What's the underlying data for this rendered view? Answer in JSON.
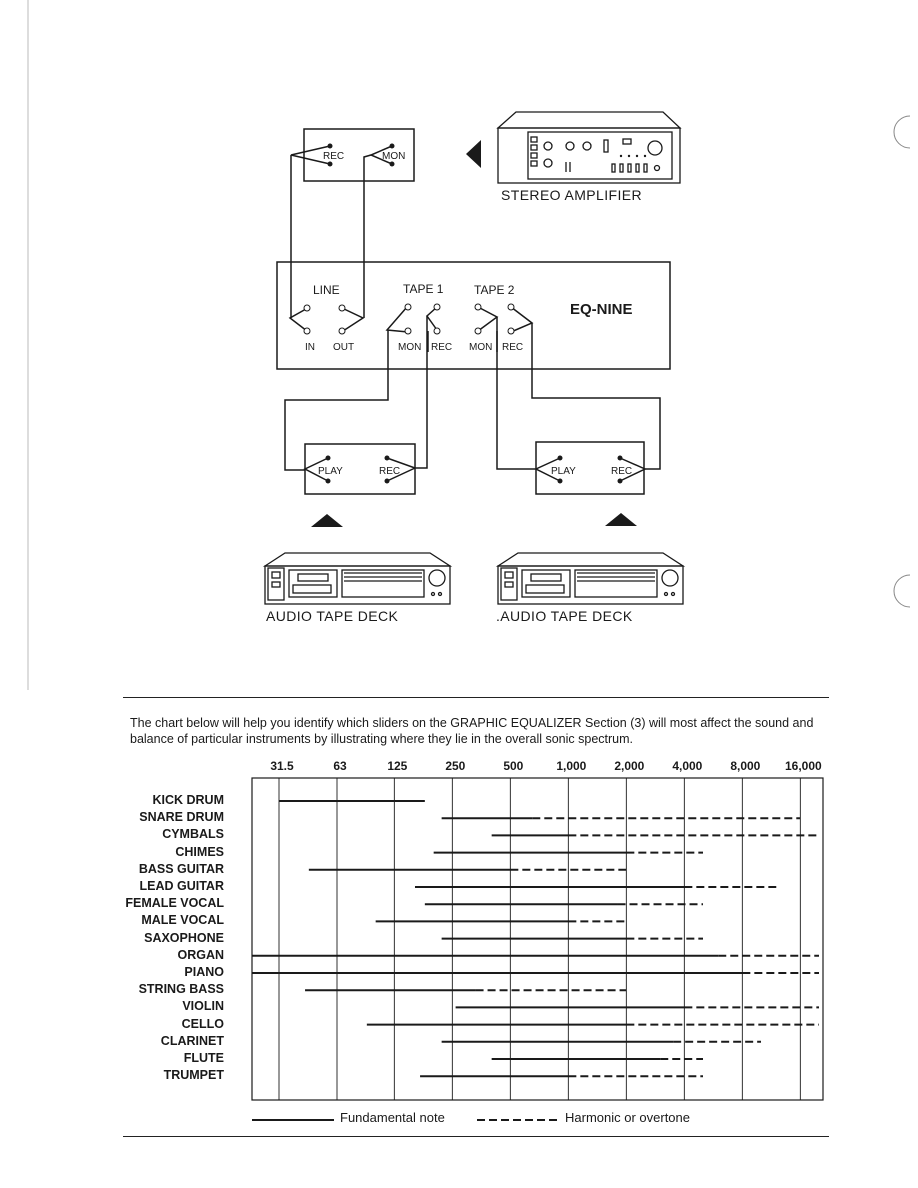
{
  "diagram": {
    "top_jack_panel": {
      "jacks": [
        "REC",
        "MON"
      ]
    },
    "amplifier": {
      "caption": "STEREO AMPLIFIER"
    },
    "eq_unit": {
      "brand": "EQ-NINE",
      "groups": [
        "LINE",
        "TAPE 1",
        "TAPE 2"
      ],
      "line_jacks": [
        "IN",
        "OUT"
      ],
      "tape1_jacks": [
        "MON",
        "REC"
      ],
      "tape2_jacks": [
        "MON",
        "REC"
      ]
    },
    "deck_panel_left": {
      "jacks": [
        "PLAY",
        "REC"
      ]
    },
    "deck_panel_right": {
      "jacks": [
        "PLAY",
        "REC"
      ]
    },
    "deck_left": {
      "caption": "AUDIO TAPE DECK"
    },
    "deck_right": {
      "caption": ".AUDIO TAPE DECK"
    }
  },
  "intro_text": "The chart below will help you identify which sliders on the GRAPHIC EQUALIZER Section (3) will most affect the sound and balance of particular instruments by illustrating where they lie in the overall sonic spectrum.",
  "chart_data": {
    "type": "range",
    "x_scale": "log2",
    "frequencies": [
      "31.5",
      "63",
      "125",
      "250",
      "500",
      "1,000",
      "2,000",
      "4,000",
      "8,000",
      "16,000"
    ],
    "legend": {
      "fundamental": "Fundamental note",
      "harmonic": "Harmonic or overtone"
    },
    "instruments": [
      {
        "name": "KICK DRUM",
        "fundamental": [
          31.5,
          180
        ],
        "harmonic": null
      },
      {
        "name": "SNARE DRUM",
        "fundamental": [
          220,
          650
        ],
        "harmonic": [
          650,
          16000
        ]
      },
      {
        "name": "CYMBALS",
        "fundamental": [
          400,
          1000
        ],
        "harmonic": [
          1000,
          20000
        ]
      },
      {
        "name": "CHIMES",
        "fundamental": [
          200,
          2000
        ],
        "harmonic": [
          2000,
          5000
        ]
      },
      {
        "name": "BASS GUITAR",
        "fundamental": [
          45,
          500
        ],
        "harmonic": [
          500,
          2000
        ]
      },
      {
        "name": "LEAD GUITAR",
        "fundamental": [
          160,
          4000
        ],
        "harmonic": [
          4000,
          12000
        ]
      },
      {
        "name": "FEMALE VOCAL",
        "fundamental": [
          180,
          1800
        ],
        "harmonic": [
          1800,
          5000
        ]
      },
      {
        "name": "MALE VOCAL",
        "fundamental": [
          100,
          1000
        ],
        "harmonic": [
          1000,
          2000
        ]
      },
      {
        "name": "SAXOPHONE",
        "fundamental": [
          220,
          2000
        ],
        "harmonic": [
          2000,
          5000
        ]
      },
      {
        "name": "ORGAN",
        "fundamental": [
          20,
          6000
        ],
        "harmonic": [
          6000,
          20000
        ]
      },
      {
        "name": "PIANO",
        "fundamental": [
          20,
          8000
        ],
        "harmonic": [
          8000,
          20000
        ]
      },
      {
        "name": "STRING BASS",
        "fundamental": [
          43,
          330
        ],
        "harmonic": [
          330,
          2000
        ]
      },
      {
        "name": "VIOLIN",
        "fundamental": [
          260,
          4000
        ],
        "harmonic": [
          4000,
          20000
        ]
      },
      {
        "name": "CELLO",
        "fundamental": [
          90,
          2000
        ],
        "harmonic": [
          2000,
          20000
        ]
      },
      {
        "name": "CLARINET",
        "fundamental": [
          220,
          3500
        ],
        "harmonic": [
          3500,
          10000
        ]
      },
      {
        "name": "FLUTE",
        "fundamental": [
          400,
          3000
        ],
        "harmonic": [
          3000,
          5000
        ]
      },
      {
        "name": "TRUMPET",
        "fundamental": [
          170,
          1000
        ],
        "harmonic": [
          1000,
          5000
        ]
      }
    ]
  }
}
